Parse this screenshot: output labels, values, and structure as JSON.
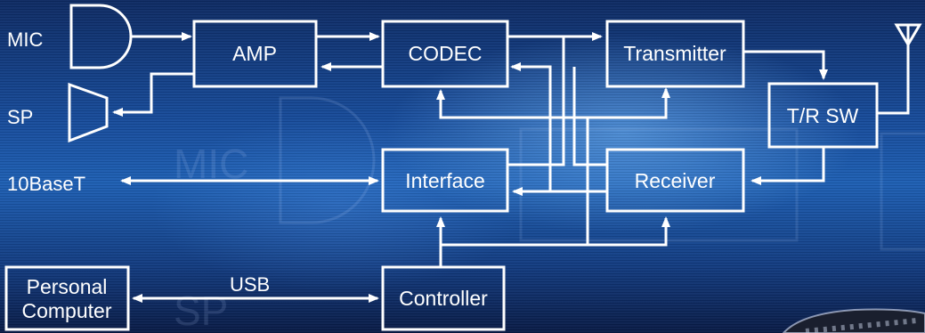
{
  "io_labels": {
    "mic": "MIC",
    "sp": "SP",
    "ethernet": "10BaseT",
    "usb": "USB"
  },
  "blocks": {
    "amp": "AMP",
    "codec": "CODEC",
    "transmitter": "Transmitter",
    "tr_switch": "T/R SW",
    "interface": "Interface",
    "receiver": "Receiver",
    "controller": "Controller",
    "pc_line1": "Personal",
    "pc_line2": "Computer"
  },
  "icons": [
    "microphone-input-icon",
    "speaker-output-icon",
    "antenna-icon"
  ],
  "colors": {
    "line": "#ffffff",
    "background": "#164a99"
  }
}
